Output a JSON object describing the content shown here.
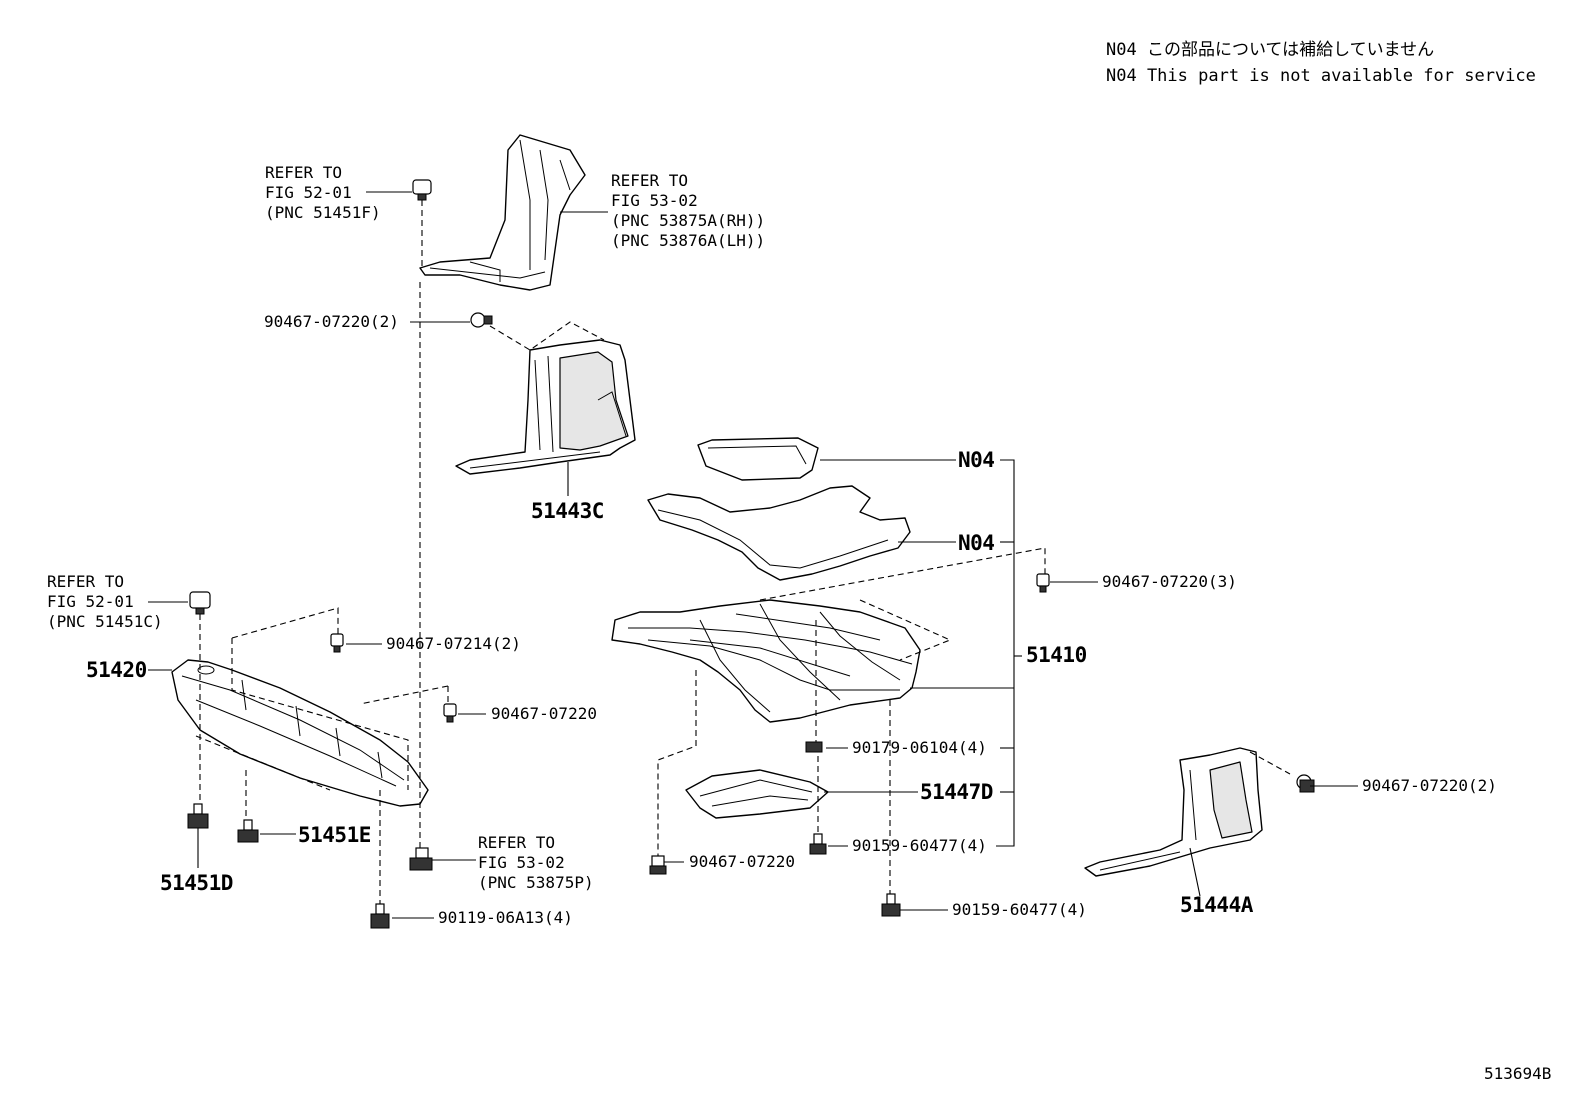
{
  "notes": {
    "line1": "N04 この部品については補給していません",
    "line2": "N04 This part is not available for service"
  },
  "refs": {
    "fig5201_top": {
      "l1": "REFER TO",
      "l2": "FIG 52-01",
      "l3": "(PNC 51451F)"
    },
    "fig5302_top": {
      "l1": "REFER TO",
      "l2": "FIG 53-02",
      "l3": "(PNC 53875A(RH))",
      "l4": "(PNC 53876A(LH))"
    },
    "fig5201_left": {
      "l1": "REFER TO",
      "l2": "FIG 52-01",
      "l3": "(PNC 51451C)"
    },
    "fig5302_bottom": {
      "l1": "REFER TO",
      "l2": "FIG 53-02",
      "l3": "(PNC 53875P)"
    }
  },
  "parts": {
    "p_51443C": "51443C",
    "p_51420": "51420",
    "p_51410": "51410",
    "p_N04_a": "N04",
    "p_N04_b": "N04",
    "p_51447D": "51447D",
    "p_51451E": "51451E",
    "p_51451D": "51451D",
    "p_51444A": "51444A"
  },
  "fasteners": {
    "f1": "90467-07220(2)",
    "f2": "90467-07214(2)",
    "f3": "90467-07220",
    "f4": "90467-07220(3)",
    "f5": "90179-06104(4)",
    "f6": "90159-60477(4)",
    "f7": "90467-07220",
    "f8": "90159-60477(4)",
    "f9": "90119-06A13(4)",
    "f10": "90467-07220(2)"
  },
  "figure_id": "513694B"
}
